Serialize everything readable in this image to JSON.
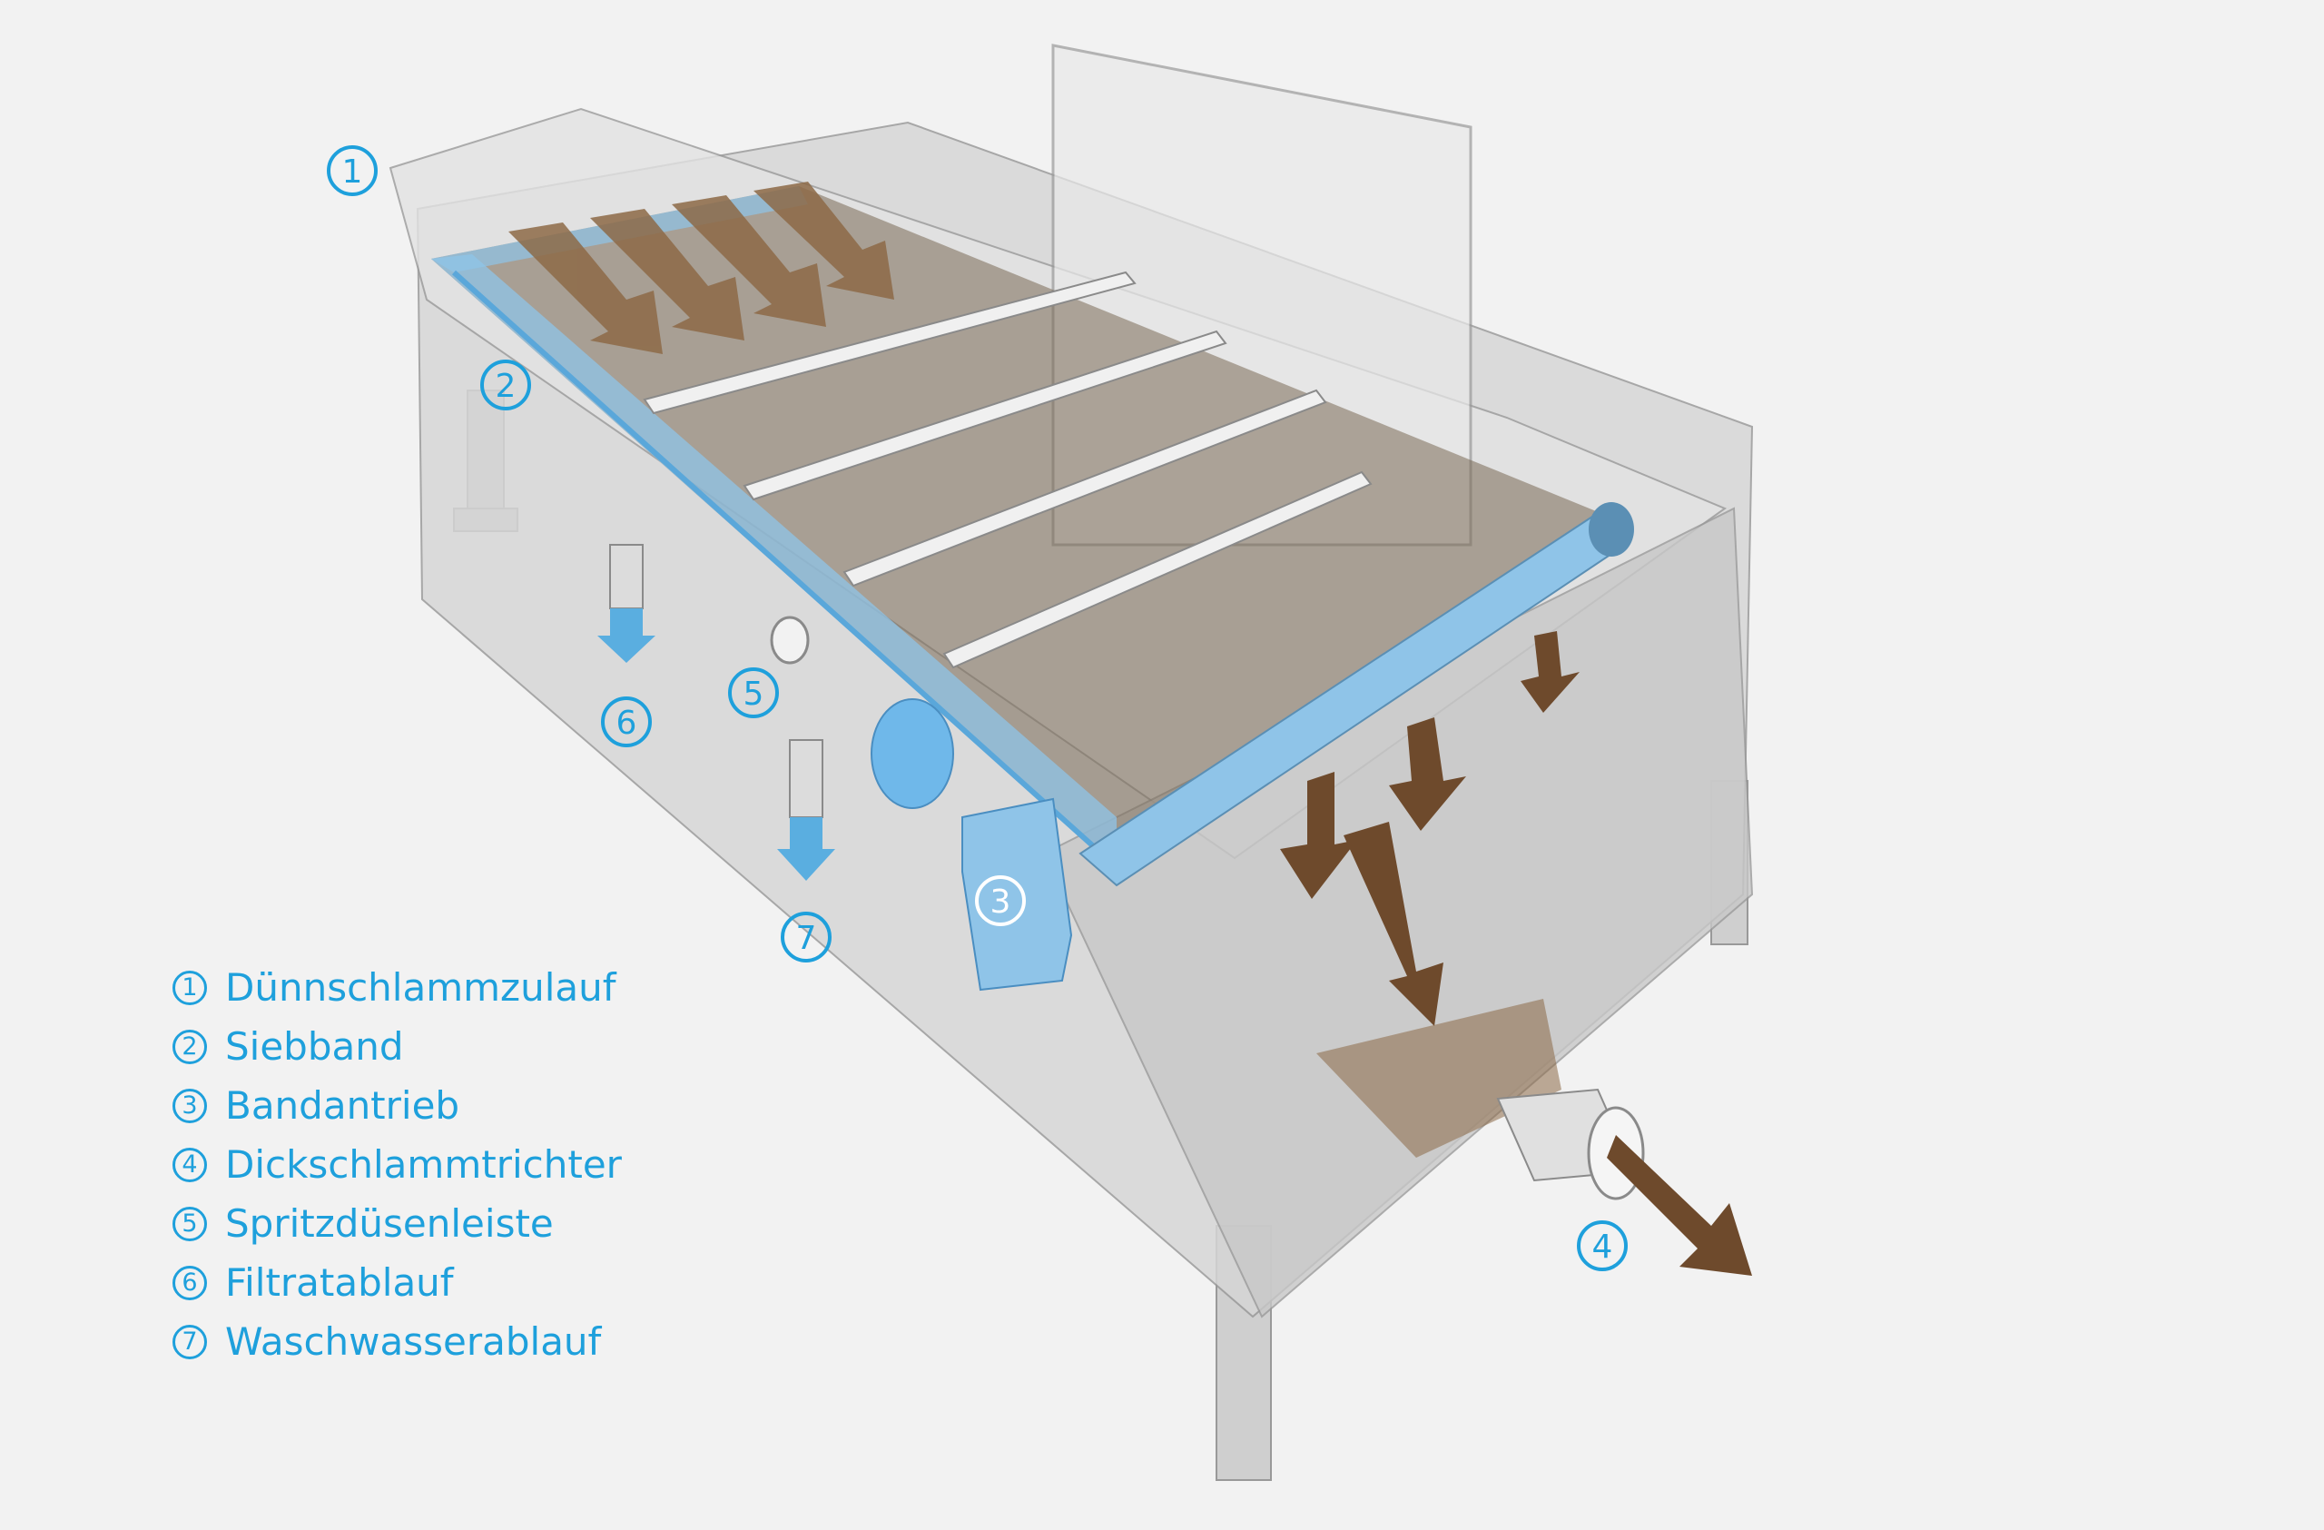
{
  "colors": {
    "accent": "#1ea0dc",
    "sludge": "#6e4a2c",
    "steel": "#d3d3d3",
    "belt": "#8fc4e8",
    "background": "#f2f2f2"
  },
  "callouts": [
    {
      "number": "1"
    },
    {
      "number": "2"
    },
    {
      "number": "3"
    },
    {
      "number": "4"
    },
    {
      "number": "5"
    },
    {
      "number": "6"
    },
    {
      "number": "7"
    }
  ],
  "legend": [
    {
      "number": "1",
      "label": "Dünnschlammzulauf"
    },
    {
      "number": "2",
      "label": "Siebband"
    },
    {
      "number": "3",
      "label": "Bandantrieb"
    },
    {
      "number": "4",
      "label": "Dickschlammtrichter"
    },
    {
      "number": "5",
      "label": "Spritzdüsenleiste"
    },
    {
      "number": "6",
      "label": "Filtratablauf"
    },
    {
      "number": "7",
      "label": "Waschwasserablauf"
    }
  ]
}
